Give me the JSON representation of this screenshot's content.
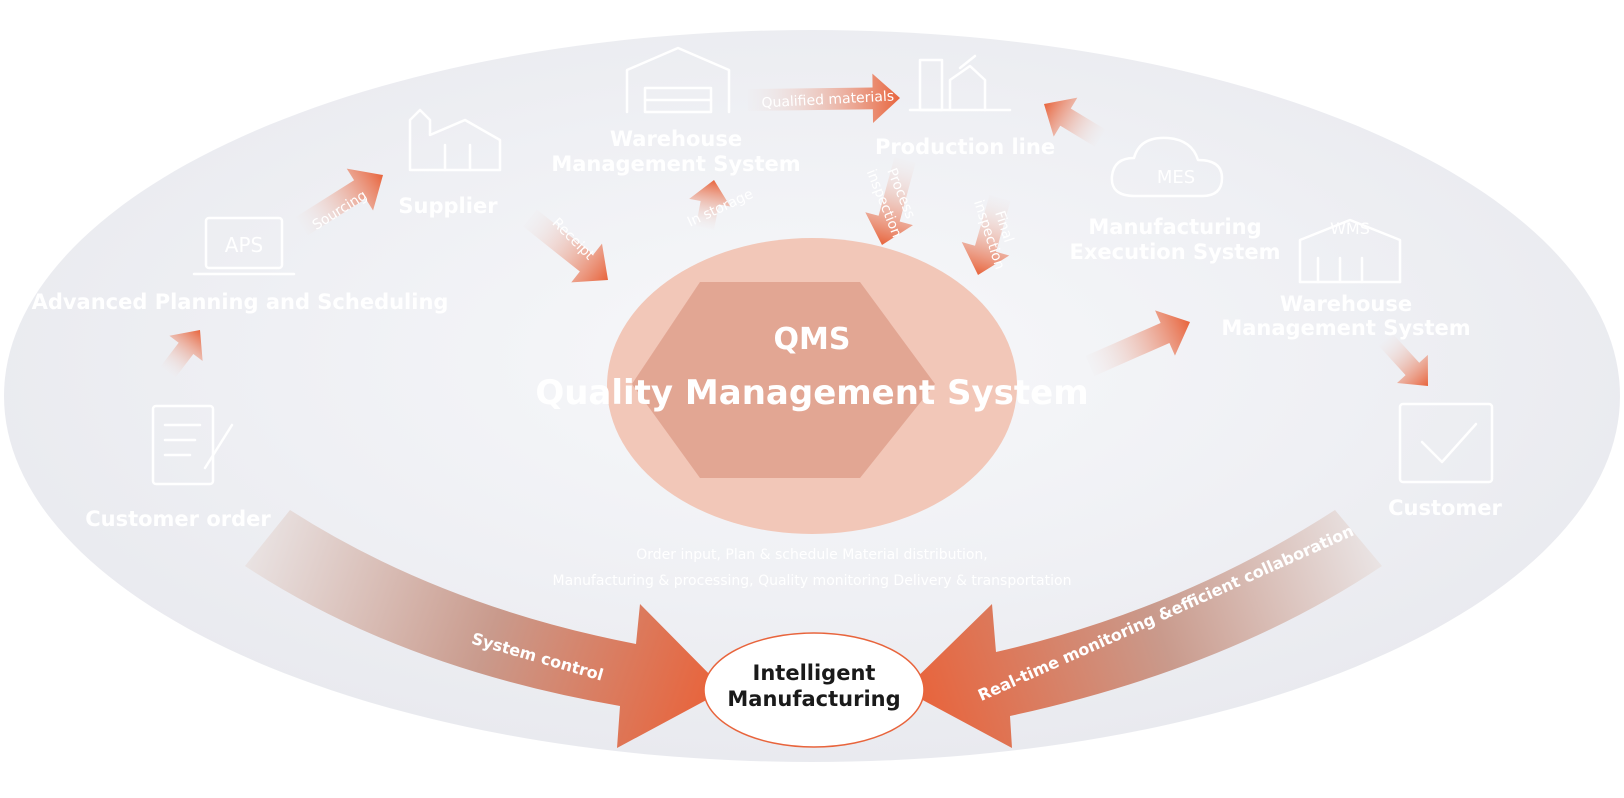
{
  "center": {
    "short": "QMS",
    "full": "Quality Management System",
    "description_line1": "Order input, Plan & schedule Material distribution,",
    "description_line2": "Manufacturing & processing, Quality monitoring Delivery & transportation"
  },
  "nodes": {
    "customer_order": "Customer order",
    "aps_icon_text": "APS",
    "aps": "Advanced Planning and Scheduling",
    "supplier": "Supplier",
    "wms_top_line1": "Warehouse",
    "wms_top_line2": "Management System",
    "production_line": "Production line",
    "mes_icon_text": "MES",
    "mes_line1": "Manufacturing",
    "mes_line2": "Execution System",
    "wms_icon_text": "WMS",
    "wms_right_line1": "Warehouse",
    "wms_right_line2": "Management System",
    "customer": "Customer"
  },
  "arrow_labels": {
    "sourcing": "Sourcing",
    "receipt": "Receipt",
    "in_storage": "In storage",
    "qualified_materials": "Qualified materials",
    "process_inspection_1": "Process",
    "process_inspection_2": "inspection",
    "final_inspection_1": "Final",
    "final_inspection_2": "inspection"
  },
  "bottom": {
    "left_arrow": "System control",
    "right_arrow": "Real-time monitoring &efficient collaboration",
    "hub_line1": "Intelligent",
    "hub_line2": "Manufacturing"
  },
  "colors": {
    "accent": "#e8643c",
    "background_ellipse": "#eeeff3",
    "center_circle": "#f2c7b8",
    "hexagon": "#e6a08c",
    "hub_text": "#1a1a1a"
  }
}
